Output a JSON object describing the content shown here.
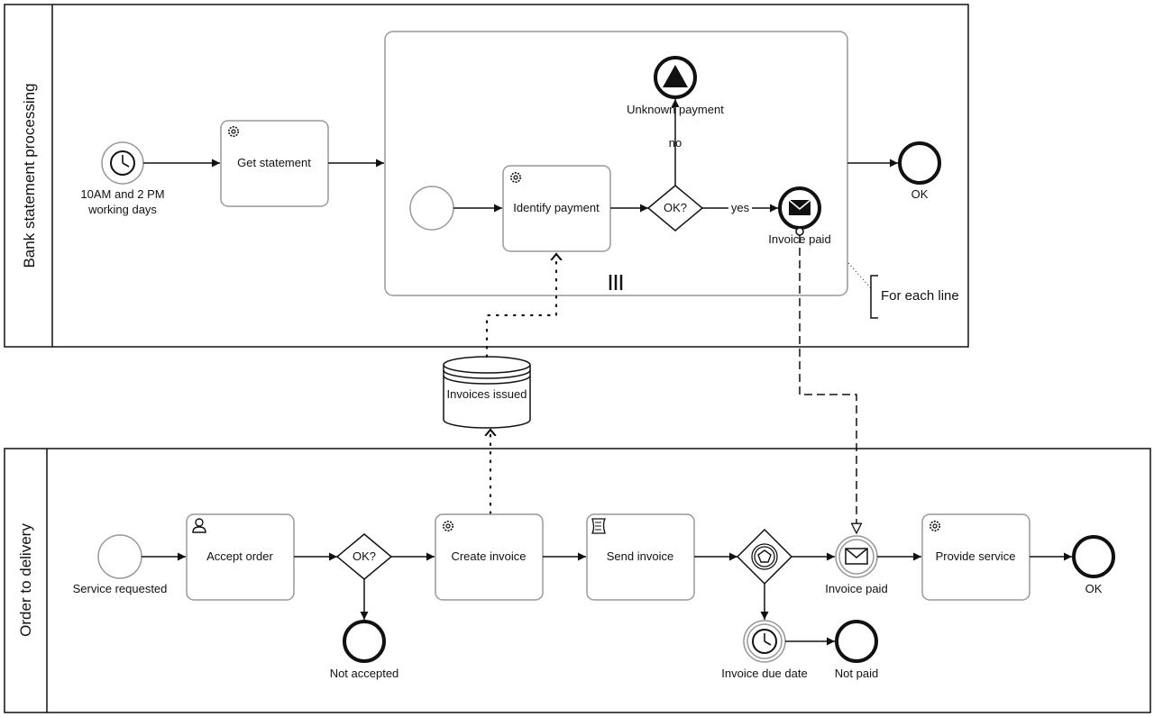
{
  "pools": {
    "bank": {
      "label": "Bank statement processing"
    },
    "order": {
      "label": "Order to delivery"
    }
  },
  "bank": {
    "timer_start": {
      "label_line1": "10AM and 2 PM",
      "label_line2": "working days"
    },
    "get_statement": {
      "label": "Get statement"
    },
    "identify_payment": {
      "label": "Identify payment"
    },
    "gateway": {
      "label": "OK?"
    },
    "flow_no": {
      "label": "no"
    },
    "flow_yes": {
      "label": "yes"
    },
    "unknown_payment": {
      "label": "Unknown payment"
    },
    "invoice_paid": {
      "label": "Invoice paid"
    },
    "end_ok": {
      "label": "OK"
    },
    "annotation": {
      "label": "For each line"
    }
  },
  "datastore": {
    "label": "Invoices issued"
  },
  "order": {
    "start": {
      "label": "Service requested"
    },
    "accept_order": {
      "label": "Accept order"
    },
    "gateway": {
      "label": "OK?"
    },
    "not_accepted": {
      "label": "Not accepted"
    },
    "create_invoice": {
      "label": "Create invoice"
    },
    "send_invoice": {
      "label": "Send invoice"
    },
    "invoice_paid": {
      "label": "Invoice paid"
    },
    "invoice_due_date": {
      "label": "Invoice due date"
    },
    "not_paid": {
      "label": "Not paid"
    },
    "provide_service": {
      "label": "Provide service"
    },
    "end_ok": {
      "label": "OK"
    }
  },
  "icons": {
    "service_task": "gear-icon",
    "user_task": "user-icon",
    "script_task": "script-icon",
    "timer": "clock-icon",
    "message": "envelope-icon",
    "escalation": "triangle-icon",
    "event_gateway": "pentagon-icon",
    "multi_instance": "parallel-bars-icon"
  },
  "colors": {
    "stroke": "#111111",
    "box_stroke": "#999999",
    "background": "#ffffff"
  }
}
